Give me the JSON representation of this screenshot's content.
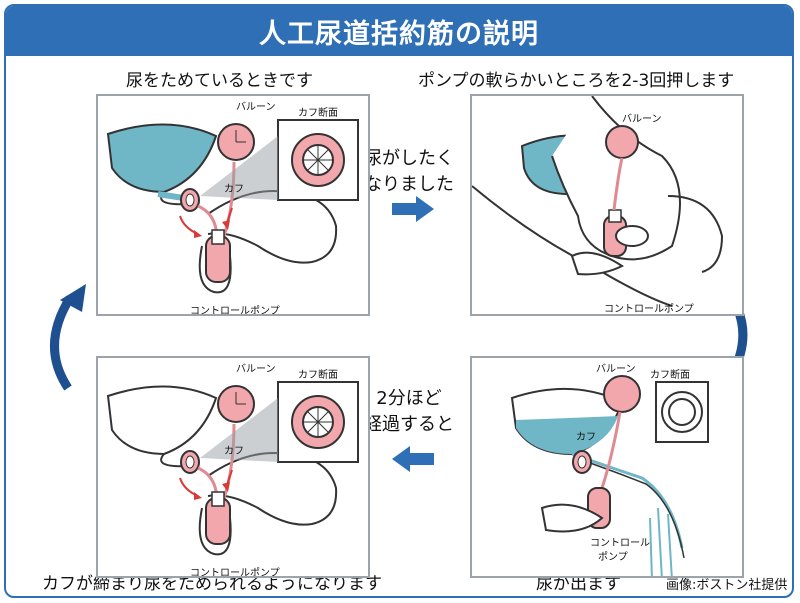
{
  "title": "人工尿道括約筋の説明",
  "captions": {
    "top_left": "尿をためているときです",
    "top_right": "ポンプの軟らかいところを2-3回押します",
    "bottom_left": "カフが締まり尿をためられるようになります",
    "bottom_right": "尿が出ます"
  },
  "transitions": {
    "top_line1": "尿がしたく",
    "top_line2": "なりました",
    "bottom_line1": "2分ほど",
    "bottom_line2": "経過すると"
  },
  "labels": {
    "balloon": "バルーン",
    "cuff": "カフ",
    "cuff_section": "カフ断面",
    "control_pump": "コントロールポンプ",
    "control_pump_line1": "コントロール",
    "control_pump_line2": "ポンプ"
  },
  "credit": "画像:ボストン社提供",
  "colors": {
    "brand_blue": "#2e6fb6",
    "fluid_blue": "#6fb6c6",
    "pink": "#f2a7ad",
    "red_arrow": "#d83a3a"
  }
}
